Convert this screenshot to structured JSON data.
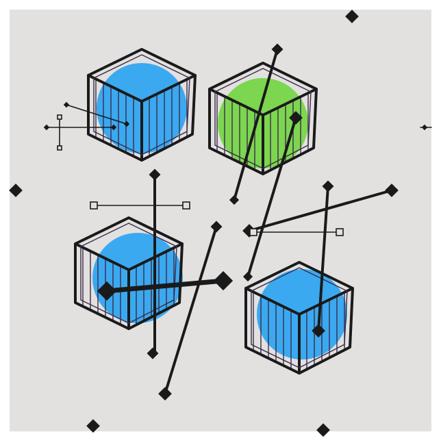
{
  "pattern": {
    "background_color": "#e2e1df",
    "ink_color": "#1a1a1a",
    "accent_line_color": "#3b2a4a",
    "cubes": [
      {
        "name": "cube-top-left",
        "fill": "#3ba9f0",
        "circle_color_name": "blue"
      },
      {
        "name": "cube-top-right",
        "fill": "#7dd64f",
        "circle_color_name": "green"
      },
      {
        "name": "cube-bottom-left",
        "fill": "#3ba9f0",
        "circle_color_name": "blue"
      },
      {
        "name": "cube-bottom-right",
        "fill": "#3ba9f0",
        "circle_color_name": "blue"
      }
    ]
  }
}
